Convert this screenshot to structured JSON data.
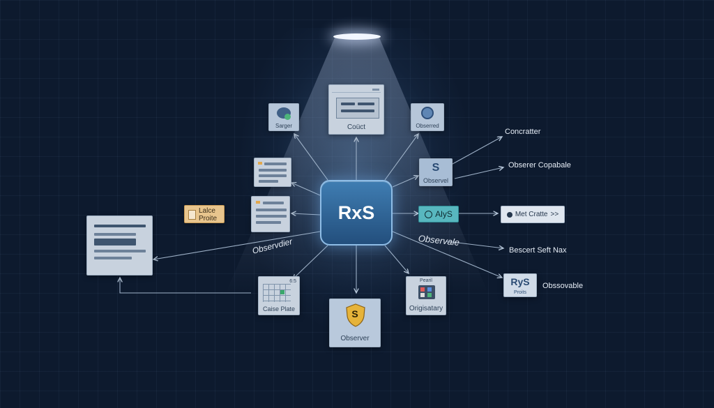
{
  "center": {
    "label": "RxS"
  },
  "nodes": {
    "cuct": {
      "caption": "Coüct"
    },
    "sarger": {
      "caption": "Sarger"
    },
    "observed": {
      "caption": "Obserred"
    },
    "observel": {
      "caption": "Observel",
      "icon_letter": "S"
    },
    "lalce": {
      "line1": "Lalce",
      "line2": "Proite"
    },
    "case": {
      "caption": "Caise Plate",
      "corner": "6:5"
    },
    "origin": {
      "caption": "Origisatary",
      "top": "Pearil"
    },
    "shield": {
      "caption": "Observer",
      "icon_letter": "S"
    },
    "alys": {
      "label": "AlyS"
    },
    "rys": {
      "line1": "RyS",
      "line2": "Proits"
    },
    "met": {
      "label": "Met Cratte",
      "suffix": ">>"
    }
  },
  "labels": {
    "concratter": "Concratter",
    "observer_copabale": "Obserer Copabale",
    "observale": "Observale",
    "bescert": "Bescert Seft Nax",
    "obssovable": "Obssovable",
    "observdier": "Observdier"
  },
  "colors": {
    "background": "#0d1a2e",
    "center": "#2f6699",
    "accent_teal": "#58b7bf",
    "accent_orange": "#f2b25e"
  }
}
